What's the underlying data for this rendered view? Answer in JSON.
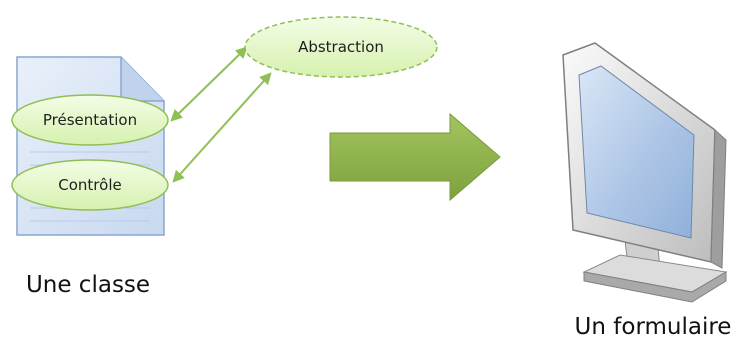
{
  "diagram": {
    "nodes": {
      "abstraction": "Abstraction",
      "presentation": "Présentation",
      "controle": "Contrôle"
    },
    "captions": {
      "left": "Une classe",
      "right": "Un formulaire"
    },
    "colors": {
      "ellipse_fill": "#e3f7c7",
      "ellipse_stroke": "#8fbf55",
      "connector": "#8fbf55",
      "big_arrow": "#8fb14d",
      "document": "#d7e4f5"
    },
    "icons": [
      "document-icon",
      "monitor-icon"
    ]
  }
}
